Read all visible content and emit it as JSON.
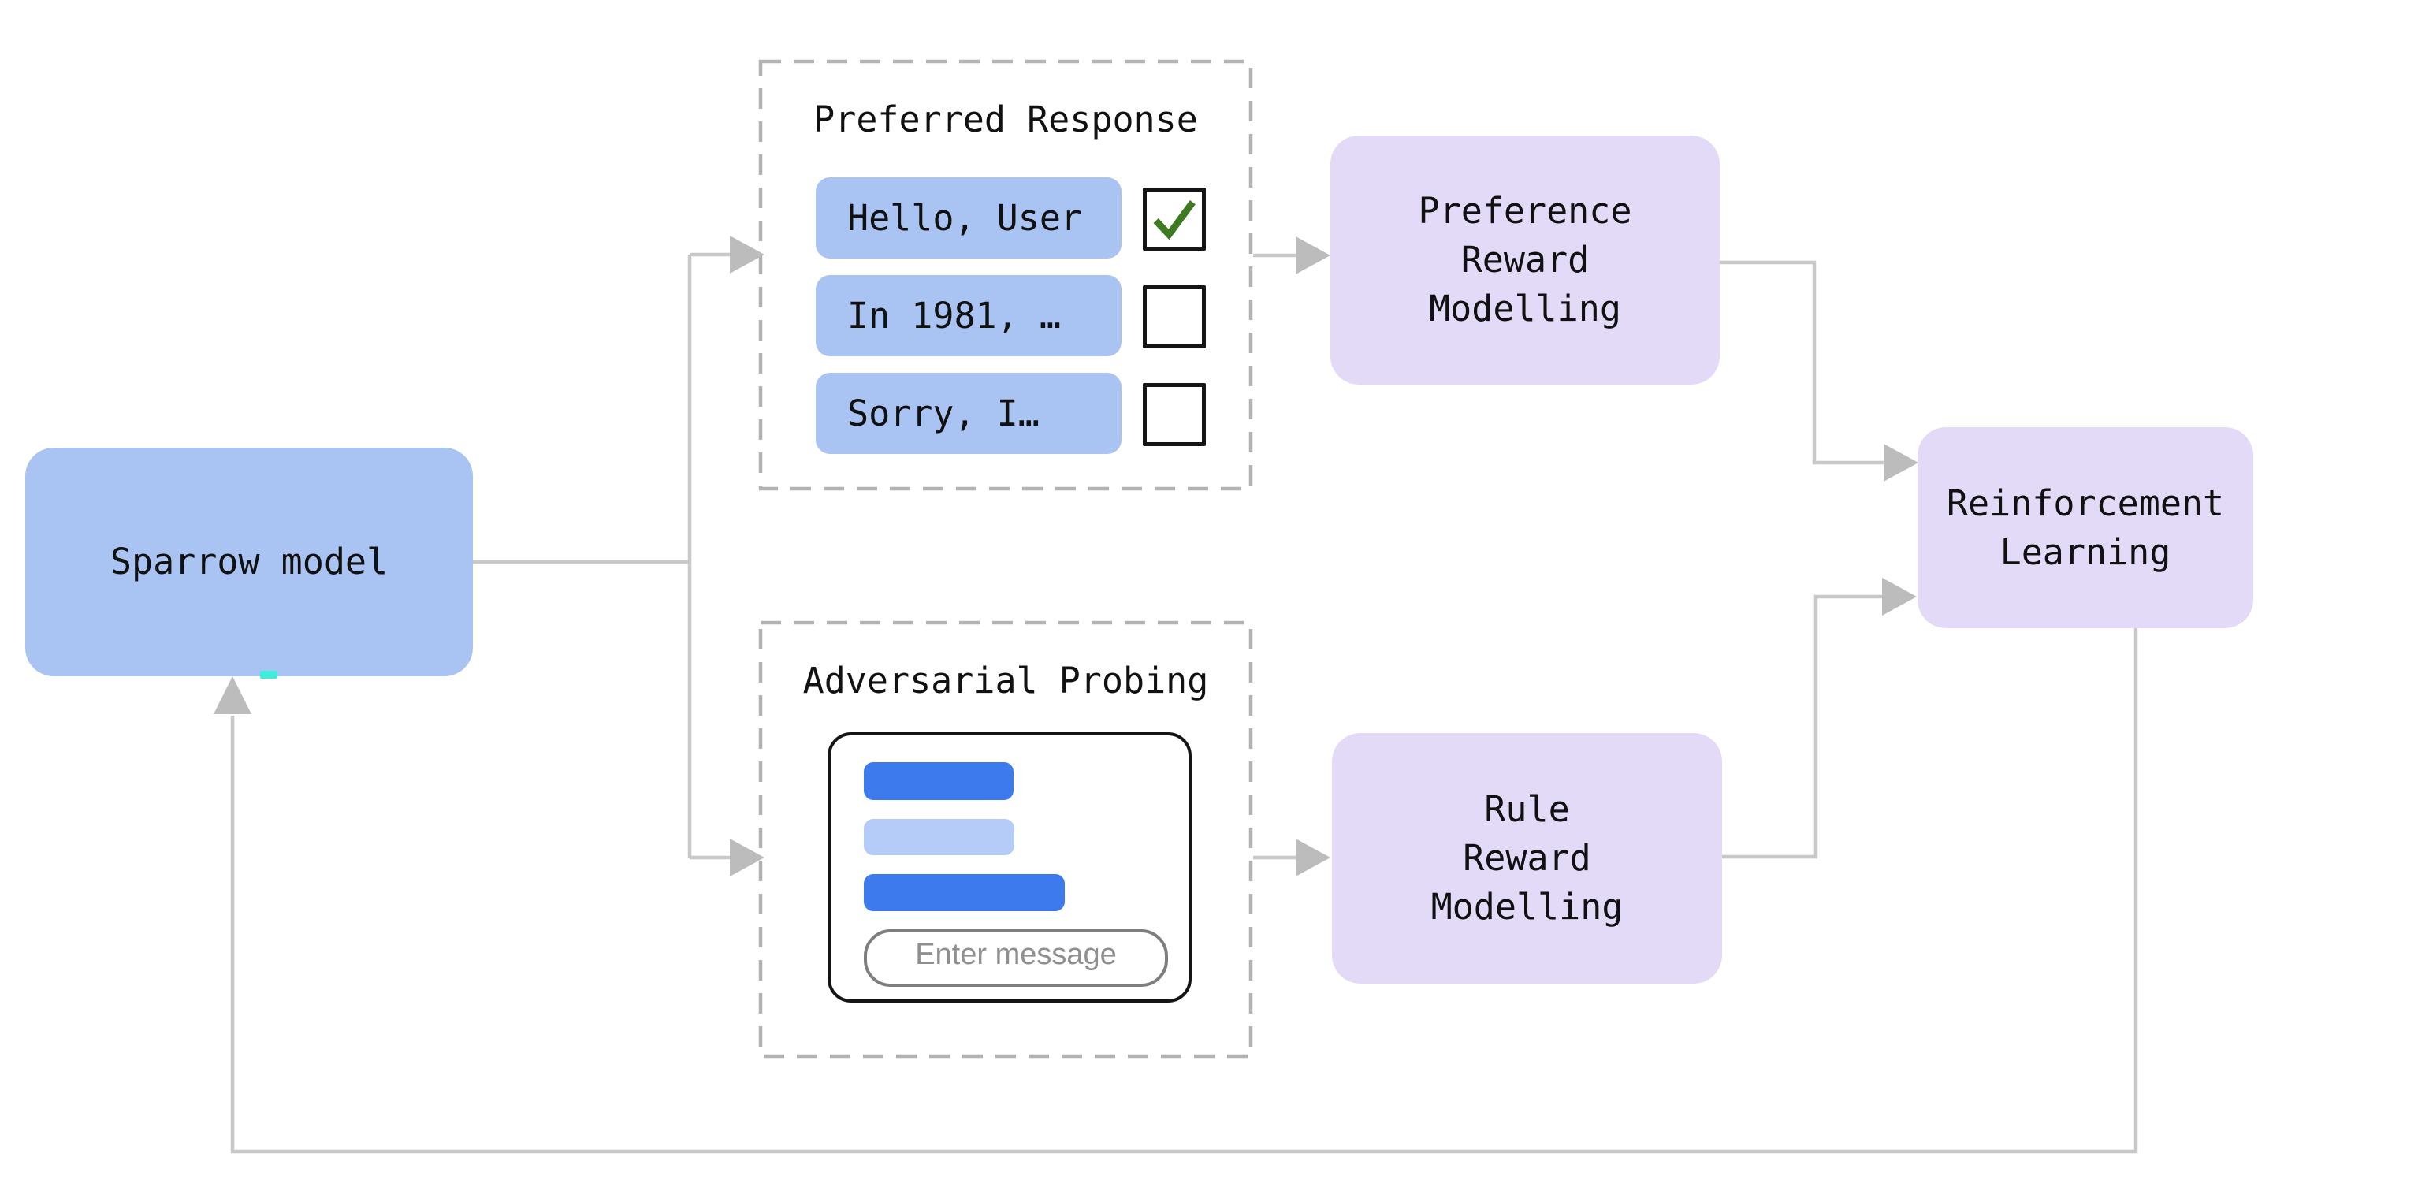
{
  "diagram": {
    "sparrow": {
      "label": "Sparrow model"
    },
    "preferred_response": {
      "title": "Preferred Response",
      "options": [
        {
          "label": "Hello, User",
          "checked": true
        },
        {
          "label": "In 1981, …",
          "checked": false
        },
        {
          "label": "Sorry, I…",
          "checked": false
        }
      ]
    },
    "adversarial_probing": {
      "title": "Adversarial Probing",
      "chat": {
        "placeholder": "Enter message"
      }
    },
    "preference_reward_modelling": {
      "label": "Preference\nReward\nModelling"
    },
    "rule_reward_modelling": {
      "label": "Rule\nReward\nModelling"
    },
    "reinforcement_learning": {
      "label": "Reinforcement\nLearning"
    }
  },
  "colors": {
    "node_blue": "#a9c4f3",
    "node_purple": "#e2daf7",
    "chat_bubble_dark_blue": "#3d7aed",
    "chat_bubble_light_blue": "#b5ccf8",
    "connector_gray": "#c8c8c8",
    "arrowhead_gray": "#bcbcbc",
    "dashed_border_gray": "#b3b3b3",
    "checkbox_border_black": "#151515",
    "checkmark_green": "#3e7a20",
    "artifact_cyan": "#3eeedc"
  }
}
